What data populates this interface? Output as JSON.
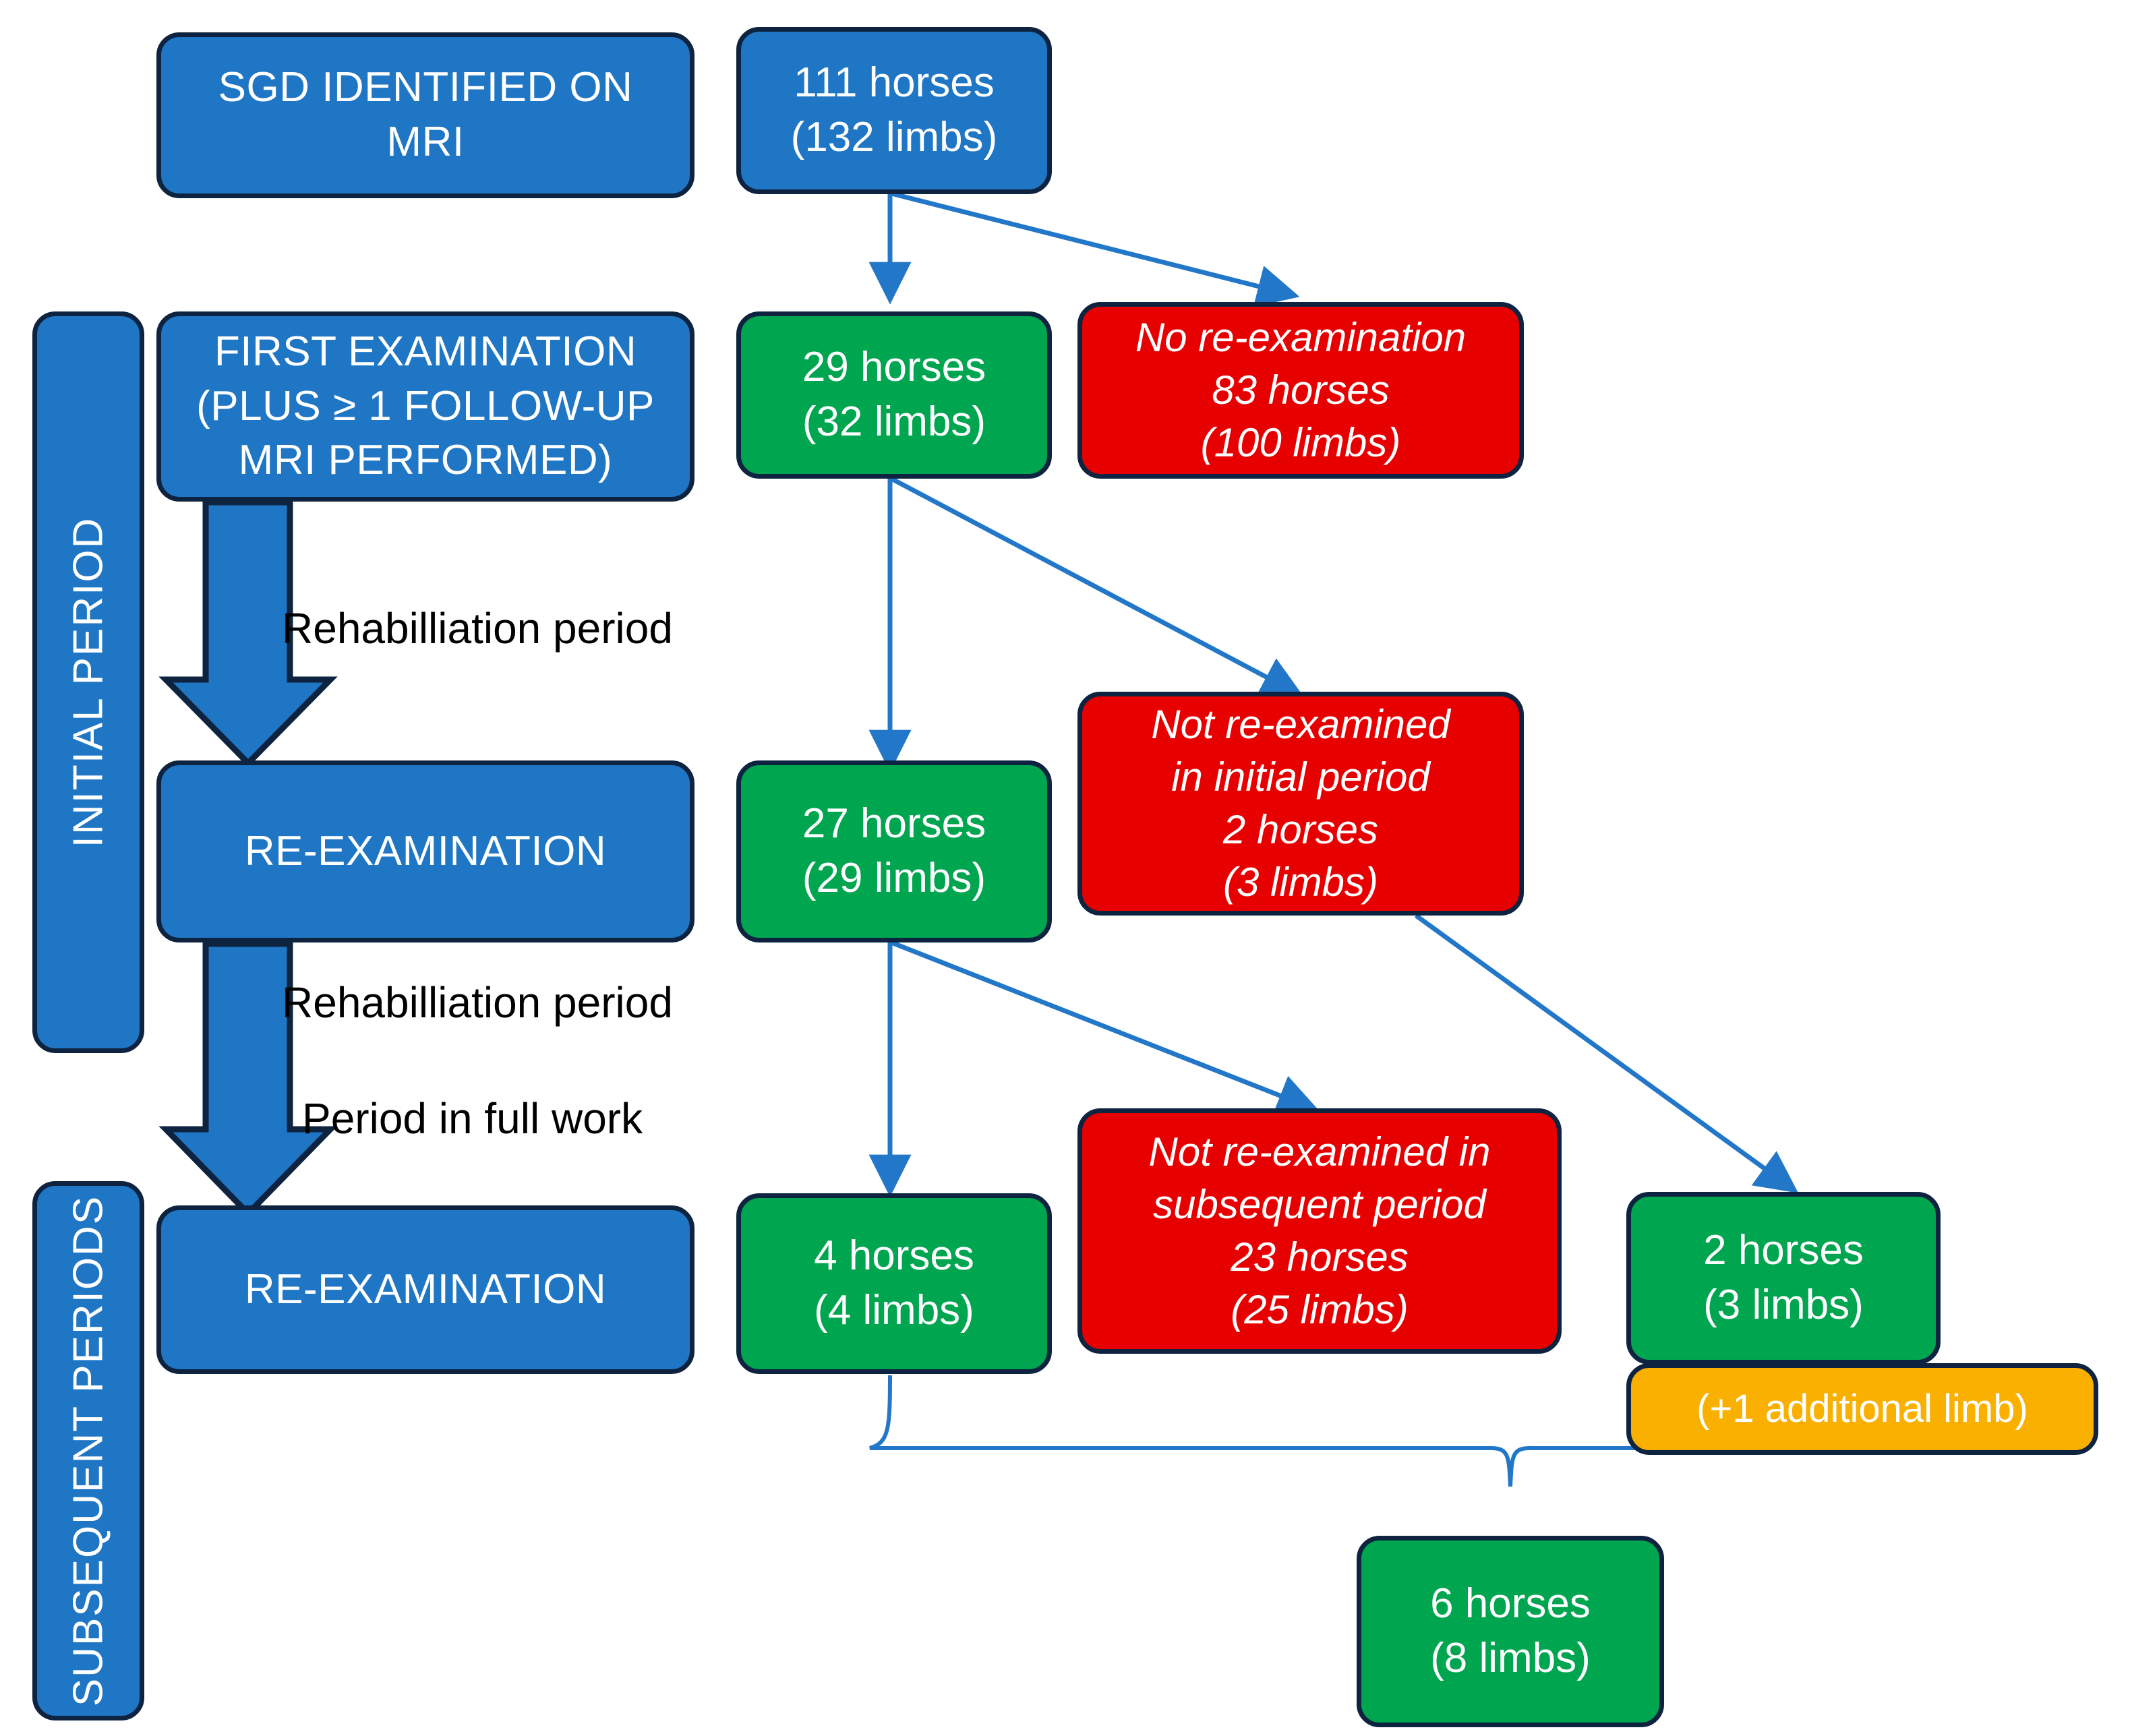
{
  "diagram": {
    "title": "SGD identified on MRI — horse / limb follow-up flowchart",
    "colors": {
      "blue": "#1F76C4",
      "green": "#00A550",
      "red": "#E60000",
      "amber": "#F9B000",
      "border": "#0D2340",
      "arrow": "#2277C8",
      "label_text": "#000000",
      "node_text": "#FFFFFF"
    },
    "period_bars": [
      {
        "id": "initial-period",
        "label": "INITIAL PERIOD"
      },
      {
        "id": "subsequent-periods",
        "label": "SUBSEQUENT PERIODS"
      }
    ],
    "stage_nodes": [
      {
        "id": "sgd-identified",
        "lines": [
          "SGD IDENTIFIED ON",
          "MRI"
        ]
      },
      {
        "id": "first-examination",
        "lines": [
          "FIRST EXAMINATION",
          "(PLUS ≥ 1 FOLLOW-UP",
          "MRI PERFORMED)"
        ]
      },
      {
        "id": "re-examination-1",
        "lines": [
          "RE-EXAMINATION"
        ]
      },
      {
        "id": "re-examination-2",
        "lines": [
          "RE-EXAMINATION"
        ]
      }
    ],
    "transition_labels": [
      {
        "id": "rehab-1",
        "label": "Rehabilliation period"
      },
      {
        "id": "rehab-2",
        "label": "Rehabilliation period"
      },
      {
        "id": "full-work",
        "label": "Period in full work"
      }
    ],
    "count_nodes": [
      {
        "id": "total-cohort",
        "color": "blue",
        "lines": [
          "111 horses",
          "(132 limbs)"
        ]
      },
      {
        "id": "first-exam-count",
        "color": "green",
        "lines": [
          "29 horses",
          "(32 limbs)"
        ]
      },
      {
        "id": "no-reexam",
        "color": "red",
        "lines": [
          "No re-examination",
          "83 horses",
          "(100 limbs)"
        ]
      },
      {
        "id": "reexam-1-count",
        "color": "green",
        "lines": [
          "27 horses",
          "(29 limbs)"
        ]
      },
      {
        "id": "not-reexam-initial",
        "color": "red",
        "lines": [
          "Not re-examined",
          "in initial period",
          "2 horses",
          "(3 limbs)"
        ]
      },
      {
        "id": "reexam-2-count",
        "color": "green",
        "lines": [
          "4 horses",
          "(4 limbs)"
        ]
      },
      {
        "id": "not-reexam-subseq",
        "color": "red",
        "lines": [
          "Not re-examined in",
          "subsequent period",
          "23 horses",
          "(25 limbs)"
        ]
      },
      {
        "id": "late-reexam-count",
        "color": "green",
        "lines": [
          "2 horses",
          "(3 limbs)"
        ]
      },
      {
        "id": "additional-limb",
        "color": "amber",
        "lines": [
          "(+1 additional limb)"
        ]
      },
      {
        "id": "final-total",
        "color": "green",
        "lines": [
          "6 horses",
          "(8 limbs)"
        ]
      }
    ]
  }
}
